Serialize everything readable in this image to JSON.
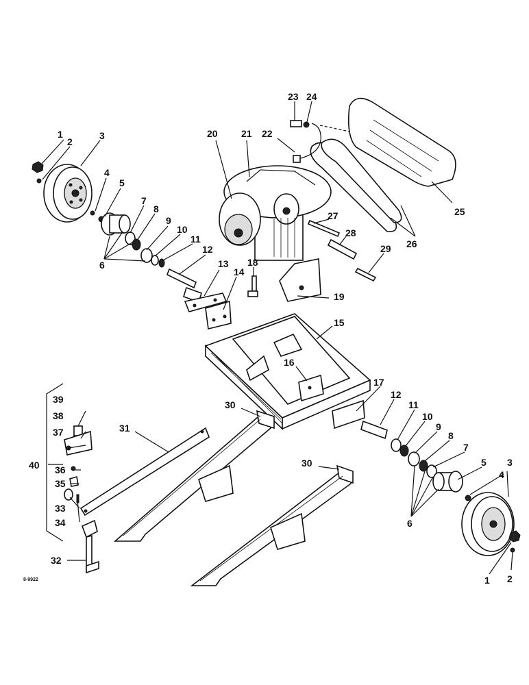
{
  "drawing_number": "8-9922",
  "callouts": [
    {
      "id": "c1a",
      "text": "1"
    },
    {
      "id": "c2a",
      "text": "2"
    },
    {
      "id": "c3a",
      "text": "3"
    },
    {
      "id": "c4a",
      "text": "4"
    },
    {
      "id": "c5a",
      "text": "5"
    },
    {
      "id": "c6a",
      "text": "6"
    },
    {
      "id": "c7a",
      "text": "7"
    },
    {
      "id": "c8a",
      "text": "8"
    },
    {
      "id": "c9a",
      "text": "9"
    },
    {
      "id": "c10a",
      "text": "10"
    },
    {
      "id": "c11a",
      "text": "11"
    },
    {
      "id": "c12a",
      "text": "12"
    },
    {
      "id": "c13",
      "text": "13"
    },
    {
      "id": "c14",
      "text": "14"
    },
    {
      "id": "c15",
      "text": "15"
    },
    {
      "id": "c16",
      "text": "16"
    },
    {
      "id": "c17",
      "text": "17"
    },
    {
      "id": "c18",
      "text": "18"
    },
    {
      "id": "c19",
      "text": "19"
    },
    {
      "id": "c20",
      "text": "20"
    },
    {
      "id": "c21",
      "text": "21"
    },
    {
      "id": "c22",
      "text": "22"
    },
    {
      "id": "c23",
      "text": "23"
    },
    {
      "id": "c24",
      "text": "24"
    },
    {
      "id": "c25",
      "text": "25"
    },
    {
      "id": "c26",
      "text": "26"
    },
    {
      "id": "c27",
      "text": "27"
    },
    {
      "id": "c28",
      "text": "28"
    },
    {
      "id": "c29",
      "text": "29"
    },
    {
      "id": "c30a",
      "text": "30"
    },
    {
      "id": "c30b",
      "text": "30"
    },
    {
      "id": "c31",
      "text": "31"
    },
    {
      "id": "c32",
      "text": "32"
    },
    {
      "id": "c33",
      "text": "33"
    },
    {
      "id": "c34",
      "text": "34"
    },
    {
      "id": "c35",
      "text": "35"
    },
    {
      "id": "c36",
      "text": "36"
    },
    {
      "id": "c37",
      "text": "37"
    },
    {
      "id": "c38",
      "text": "38"
    },
    {
      "id": "c39",
      "text": "39"
    },
    {
      "id": "c40",
      "text": "40"
    },
    {
      "id": "c12b",
      "text": "12"
    },
    {
      "id": "c11b",
      "text": "11"
    },
    {
      "id": "c10b",
      "text": "10"
    },
    {
      "id": "c9b",
      "text": "9"
    },
    {
      "id": "c8b",
      "text": "8"
    },
    {
      "id": "c7b",
      "text": "7"
    },
    {
      "id": "c5b",
      "text": "5"
    },
    {
      "id": "c4b",
      "text": "4"
    },
    {
      "id": "c3b",
      "text": "3"
    },
    {
      "id": "c6b",
      "text": "6"
    },
    {
      "id": "c1b",
      "text": "1"
    },
    {
      "id": "c2b",
      "text": "2"
    }
  ]
}
